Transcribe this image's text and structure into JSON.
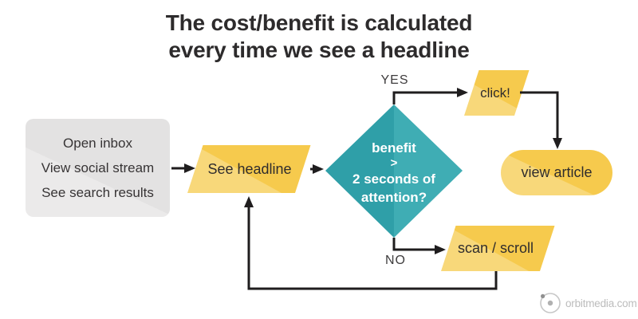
{
  "title": {
    "line1": "The cost/benefit is calculated",
    "line2": "every time we see a headline"
  },
  "sources": {
    "items": [
      "Open inbox",
      "View social stream",
      "See search results"
    ]
  },
  "nodes": {
    "see_headline": "See headline",
    "decision": {
      "line1": "benefit",
      "line2": ">",
      "line3": "2 seconds of",
      "line4": "attention?"
    },
    "click": "click!",
    "view_article": "view article",
    "scan_scroll": "scan / scroll"
  },
  "branch_labels": {
    "yes": "YES",
    "no": "NO"
  },
  "watermark": "orbitmedia.com",
  "colors": {
    "yellow": "#f6ca4d",
    "yellow_light": "#f8d87a",
    "teal_dark": "#2f9fa8",
    "teal_light": "#3fadb4",
    "gray_box": "#e3e2e2",
    "arrow": "#1f1d1e",
    "title_text": "#2d2b2c",
    "watermark_gray": "#bcbcbc"
  }
}
